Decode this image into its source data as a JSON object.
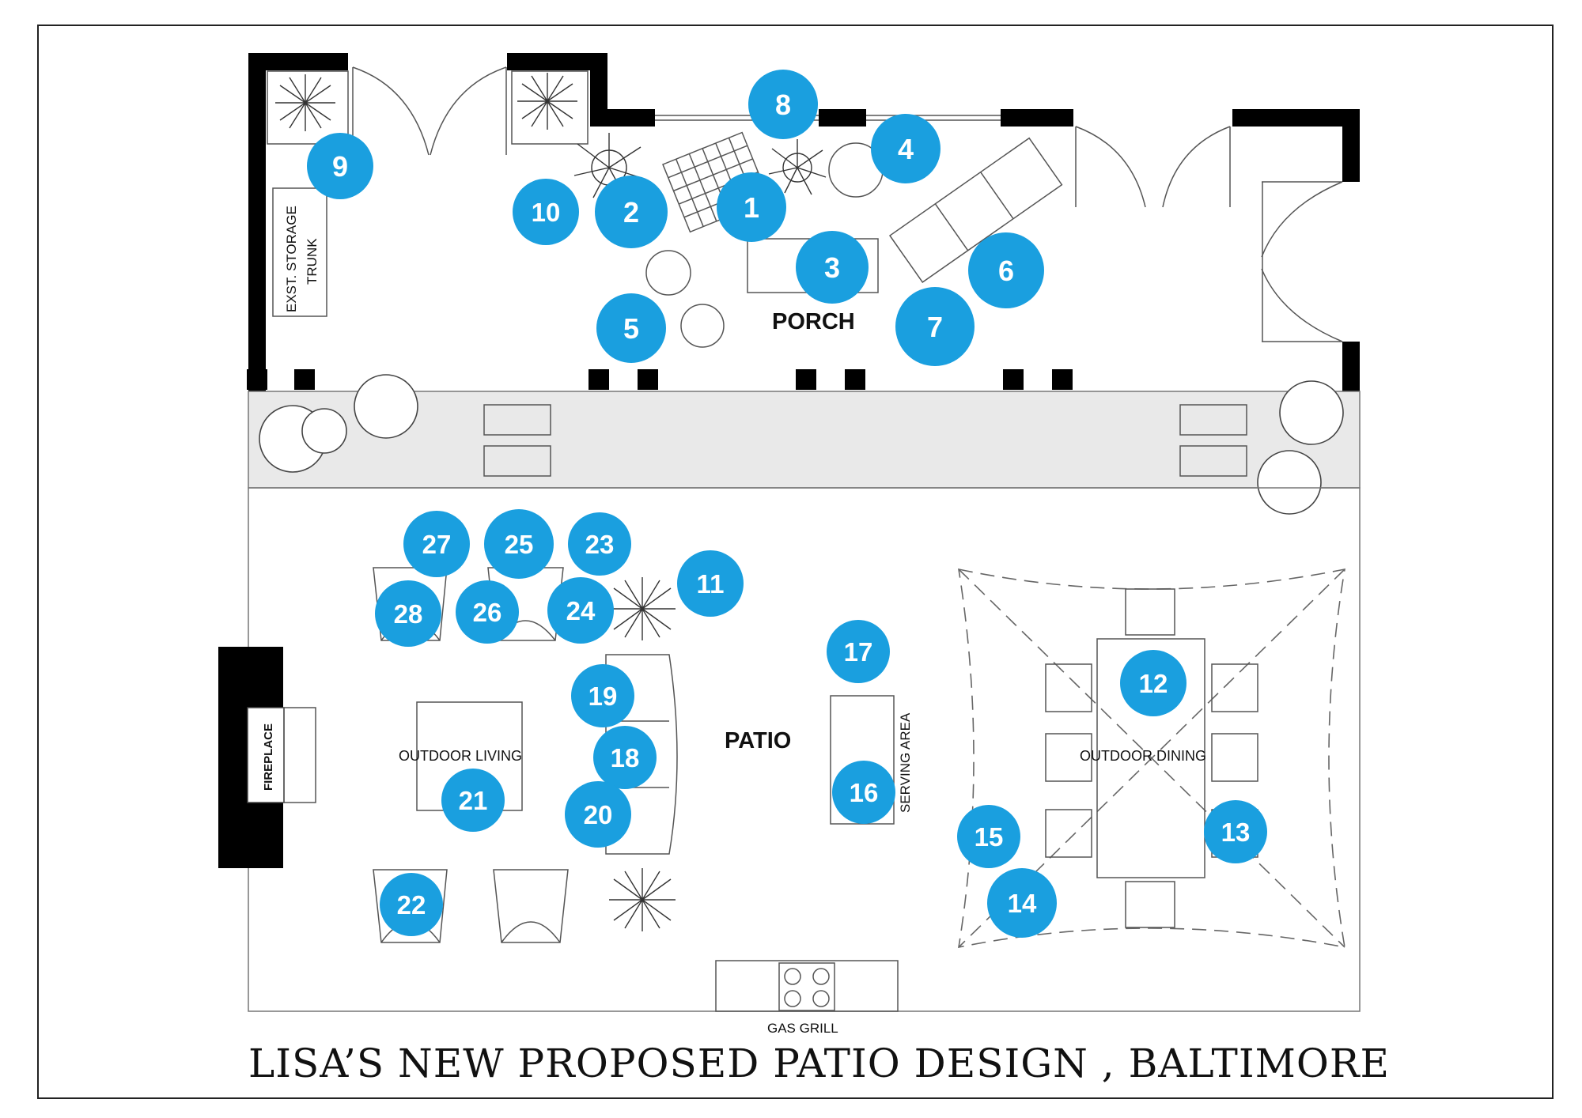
{
  "title": "LISA’S NEW PROPOSED PATIO DESIGN , BALTIMORE",
  "labels": {
    "porch": "PORCH",
    "patio": "PATIO",
    "storage_line1": "EXST. STORAGE",
    "storage_line2": "TRUNK",
    "outdoor_living": "OUTDOOR LIVING",
    "outdoor_dining": "OUTDOOR DINING",
    "serving_area": "SERVING AREA",
    "fireplace": "FIREPLACE",
    "gas_grill": "GAS GRILL"
  },
  "markers": [
    "1",
    "2",
    "3",
    "4",
    "5",
    "6",
    "7",
    "8",
    "9",
    "10",
    "11",
    "12",
    "13",
    "14",
    "15",
    "16",
    "17",
    "18",
    "19",
    "20",
    "21",
    "22",
    "23",
    "24",
    "25",
    "26",
    "27",
    "28"
  ],
  "colors": {
    "marker": "#1a9fdf",
    "wall": "#000000",
    "line": "#555555"
  }
}
